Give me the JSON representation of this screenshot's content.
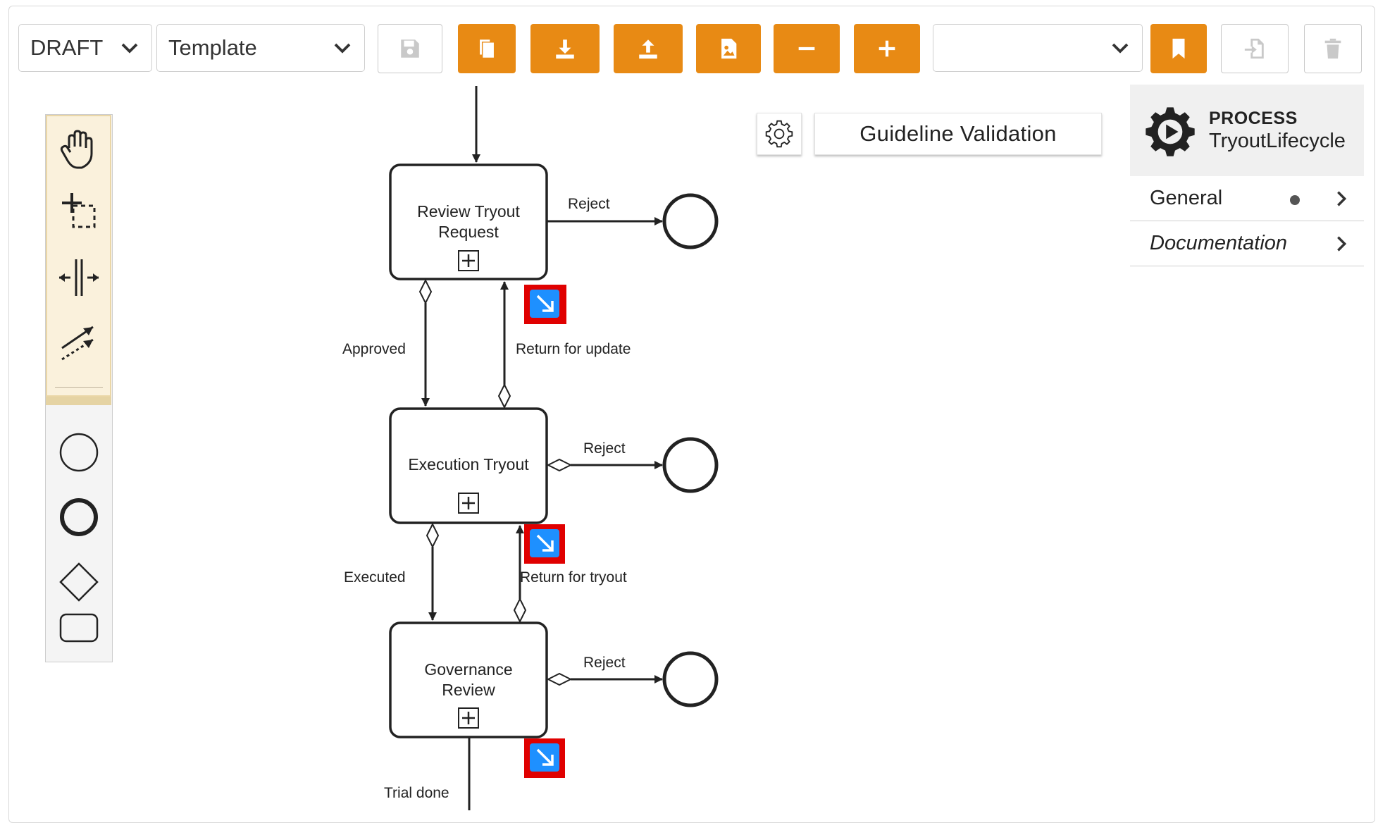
{
  "toolbar": {
    "status_select": "DRAFT",
    "template_select": "Template",
    "empty_select": ""
  },
  "diagram": {
    "tasks": [
      {
        "label_line1": "Review Tryout",
        "label_line2": "Request"
      },
      {
        "label_line1": "Execution Tryout",
        "label_line2": ""
      },
      {
        "label_line1": "Governance",
        "label_line2": "Review"
      }
    ],
    "flows": {
      "reject_1": "Reject",
      "reject_2": "Reject",
      "reject_3": "Reject",
      "approved": "Approved",
      "return_for_update": "Return for update",
      "executed": "Executed",
      "return_for_tryout": "Return for tryout",
      "trial_done": "Trial done"
    }
  },
  "overlay": {
    "validation_label": "Guideline Validation"
  },
  "properties": {
    "kind": "PROCESS",
    "name": "TryoutLifecycle",
    "sections": [
      {
        "label": "General"
      },
      {
        "label": "Documentation"
      }
    ]
  },
  "colors": {
    "accent": "#e88a14",
    "link_badge": "#1e90ff",
    "badge_border": "#e00000"
  }
}
